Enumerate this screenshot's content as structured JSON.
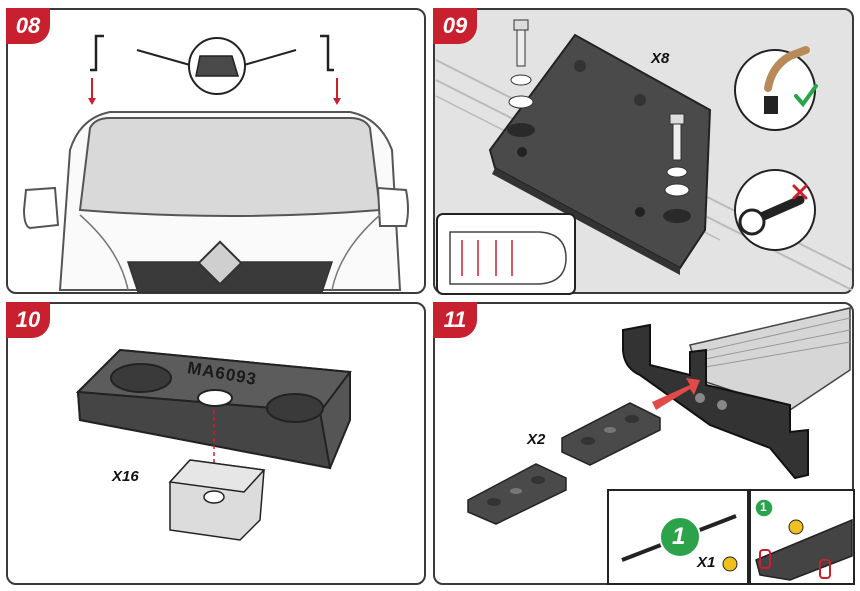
{
  "steps": {
    "s08": {
      "number": "08"
    },
    "s09": {
      "number": "09",
      "quantity": "X8"
    },
    "s10": {
      "number": "10",
      "quantity": "X16",
      "part_label": "MA6093"
    },
    "s11": {
      "number": "11",
      "quantity": "X2",
      "sub_quantity": "X1",
      "sub_step": "1",
      "sub_step_right": "1"
    }
  },
  "colors": {
    "accent": "#c8202e",
    "check": "#2ca24a",
    "warning": "#f0c020",
    "part": "#4a4a4a"
  }
}
